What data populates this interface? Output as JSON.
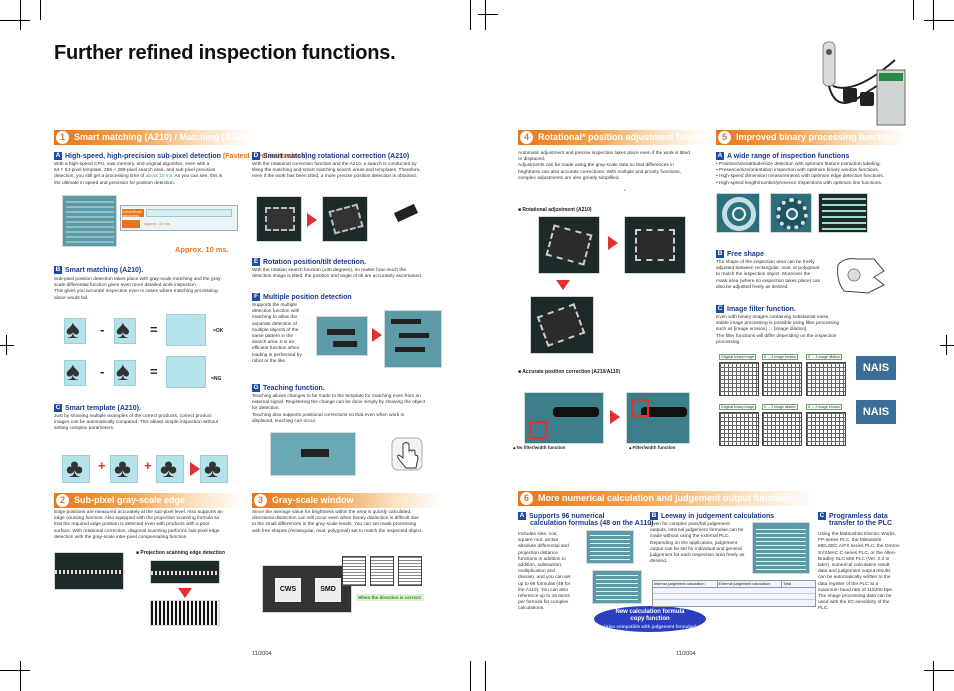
{
  "page": {
    "title": "Further refined inspection functions.",
    "footer_left": "11/2004",
    "footer_right": "11/2004"
  },
  "s1": {
    "number": "1",
    "title": "Smart matching (A210) / Matching (A110).",
    "a_letter": "A",
    "a_heading": "High-speed, high-precision sub-pixel detection",
    "a_heading_hl": "(Fastest level in its class)",
    "a_text1": "With a high-speed CPU, vast memory, and original algorithm, even with a",
    "a_text2": "64 × 64-pixel template, 256 × 256-pixel search area, and sub-pixel precision",
    "a_text3": "detection, you still get a processing time of",
    "a_text3_em": "about 10 ms",
    "a_text3b": ". As you can see, this is",
    "a_text4": "the ultimate in speed and precision for position detection.",
    "chart_label_conv": "Conventional instruments",
    "chart_label_approx": "Approx. 10 ms.",
    "approx_big": "Approx. 10 ms.",
    "b_letter": "B",
    "b_heading": "Smart matching (A210).",
    "b_text1": "Sub-pixel position detection takes place with gray-scale matching and the gray-",
    "b_text2": "scale differential function gives even more detailed work inspection.",
    "b_text3": "This gives you accurate inspection even in cases where matching processing",
    "b_text4": "alone would fail.",
    "ok_label": "=OK",
    "ng_label": "=NG",
    "c_letter": "C",
    "c_heading": "Smart template (A210).",
    "c_text1": "Just by showing multiple examples of the correct products, correct product",
    "c_text2": "images can be automatically compared. This allows simple inspection without",
    "c_text3": "setting complex parameters.",
    "d_letter": "D",
    "d_heading": "Smart matching rotational correction (A210)",
    "d_text1": "With the rotational correction function and the A210, a search is conducted by",
    "d_text2": "tilting the matching and smart matching search areas and templates. Therefore,",
    "d_text3": "even if the work has been tilted, a more precise position detection is obtained.",
    "e_letter": "E",
    "e_heading": "Rotation position/tilt detection.",
    "e_text1": "With the rotation search function (±30 degrees), no matter how much the",
    "e_text2": "detection image is tilted, the position and angle of tilt are accurately ascertained.",
    "f_letter": "F",
    "f_heading": "Multiple position detection",
    "f_text": [
      "Supports the multiple",
      "detection function with",
      "matching to allow the",
      "separate detection of",
      "multiple objects of the",
      "same pattern in the",
      "search area. It is an",
      "efficient function when",
      "loading is performed by",
      "robot or the like."
    ],
    "g_letter": "G",
    "g_heading": "Teaching function.",
    "g_text1": "Teaching allows changes to be made to the template for matching even from an",
    "g_text2": "external signal. Registering the change can be done simply by showing the object",
    "g_text3": "for detection.",
    "g_text4": "Teaching also supports positional corrections so that even when work is",
    "g_text5": "displaced, teaching can occur."
  },
  "s2": {
    "number": "2",
    "title": "Sub-pixel gray-scale edge",
    "text1": "Edge positions are measured accurately at the sub-pixel level. Also supports an",
    "text2": "edge counting function. Also equipped with the projection scanning formula so",
    "text3": "that the required edge position is detected even with products with a poor",
    "text4": "surface. With rotational correction, diagonal scanning performs sub-pixel edge",
    "text5": "detection with the gray-scale inter-pixel compensating function.",
    "caption": "■ Projection scanning edge detection"
  },
  "s3": {
    "number": "3",
    "title": "Gray-scale window",
    "text1": "Since the average value for brightness within the area is quickly calculated,",
    "text2": "directional distinction can still occur even when binary distinction is difficult due",
    "text3": "to the small differences in the gray-scale levels. You can set mask processing",
    "text4": "with free shapes (rectangular, oval, polygonal) set to match the inspected object.",
    "label_left": "CWS",
    "label_right": "SMD",
    "direction": "When the direction is correct:"
  },
  "s4": {
    "number": "4",
    "title": "Rotational* position adjustment function",
    "text1": "Automatic adjustment and precise inspection takes place even if the work is tilted",
    "text2": "or displaced.",
    "text3": "Adjustments can be made using the gray-scale data so that differences in",
    "text4": "brightness can also accurate corrections. With multiple and priority functions,",
    "text5": "complex adjustments are also greatly simplified.",
    "note": "*",
    "cap1": "■ Rotational adjustment (A210)",
    "cap2": "■ Accurate position correction (A210/A110)",
    "lbl_no": "▲No filter/width function",
    "lbl_yes": "▲Filter/width function"
  },
  "s5": {
    "number": "5",
    "title": "Improved binary processing function",
    "a_letter": "A",
    "a_heading": "A wide range of inspection functions",
    "a_bullets": [
      "• Position/size/attitude/size detection with optimum feature extraction labeling.",
      "• Presence/size/orientation inspection with optimum binary window functions.",
      "• High-speed dimension measurements with optimum edge detection functions.",
      "• High-speed length/number/presence inspections with optimum line functions."
    ],
    "b_letter": "B",
    "b_heading": "Free shape",
    "b_text": [
      "The shape of the inspection area can be freely",
      "adjusted between rectangular, oval, or polygonal",
      "to match the inspection object. Moreover the",
      "mask area (where no inspection takes place) can",
      "also be adjusted freely as desired."
    ],
    "c_letter": "C",
    "c_heading": "Image filter function.",
    "c_text": [
      "Even with binary images containing substantial noise,",
      "stable image processing is possible using filter processing",
      "such as [image erosion] → [image dilation].",
      "The filter functions will differ depending on the inspection",
      "processing."
    ],
    "nais": "NAIS",
    "tags_top": [
      "Original binary image",
      "5 → 4 image erosion",
      "5 → 3 image dilation"
    ],
    "tags_bot": [
      "Original binary image",
      "5 → 3 image dilation",
      "5 → 2 image erosion"
    ]
  },
  "s6": {
    "number": "6",
    "title": "More numerical calculation and judgement output functions.",
    "a_letter": "A",
    "a_heading1": "Supports 96 numerical",
    "a_heading2": "calculation formulas (48 on the A110)",
    "a_text": [
      "Includes sine, cos,",
      "square root, arctan",
      "absolute differential and",
      "projection distance",
      "functions in addition to",
      "addition, subtraction,",
      "multiplication and",
      "division, and you can set",
      "up to 96 formulas (48 for",
      "the A110). You can also",
      "reference up to 16 items",
      "per formula for complex",
      "calculations."
    ],
    "b_letter": "B",
    "b_heading": "Leeway in judgement calculations",
    "b_text": [
      "Even for complex pass/fail judgement",
      "outputs, internal judgement formulae can be",
      "made without using the external PLC.",
      "Depending on the application, judgement",
      "output can be set for individual and general",
      "judgement for each inspection area freely as",
      "desired."
    ],
    "table_headers": [
      "Internal judgement calculation",
      "External judgement calculation",
      "Total"
    ],
    "c_letter": "C",
    "c_heading1": "Programless data",
    "c_heading2": "transfer to the PLC",
    "c_text": [
      "Using the Matsushita Electric Works,",
      "FP-series PLC, the Mitsubishi",
      "MELSEC A/FX series PLC, the Omron",
      "SYSMAC C series PLC, or the Allen-",
      "Bradley SLC 500 PLC (Ver. 2.2 or",
      "later), numerical calculation result",
      "data and judgement output results",
      "can be automatically written to the",
      "data register of the PLC at a",
      "maximum baud rate of 115200 bps.",
      "The image processing data can be",
      "used with the I/O sensitivity of the",
      "PLC."
    ],
    "callout1": "New calculation formula",
    "callout2": "copy function",
    "callout3": "(Also compatible with judgement formulas)"
  }
}
